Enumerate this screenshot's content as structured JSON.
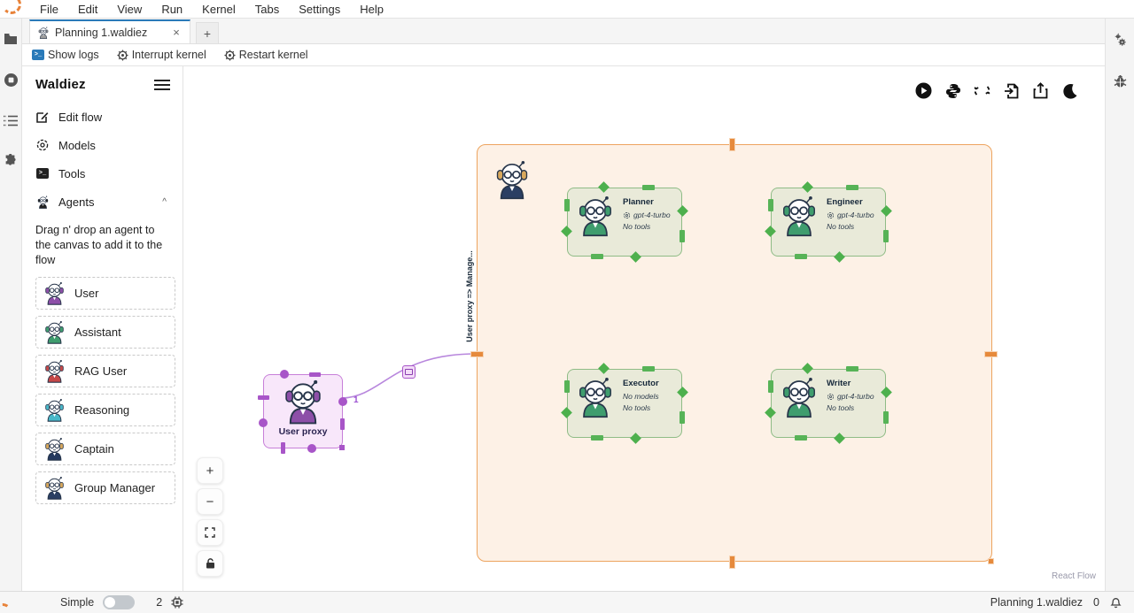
{
  "menubar": {
    "items": [
      "File",
      "Edit",
      "View",
      "Run",
      "Kernel",
      "Tabs",
      "Settings",
      "Help"
    ]
  },
  "tabbar": {
    "tab_title": "Planning 1.waldiez",
    "close_glyph": "×",
    "new_tab_glyph": "+"
  },
  "kernel_toolbar": {
    "show_logs": "Show logs",
    "interrupt_kernel": "Interrupt kernel",
    "restart_kernel": "Restart kernel",
    "terminal_glyph": ">_"
  },
  "sidebar": {
    "title": "Waldiez",
    "nav": [
      {
        "label": "Edit flow",
        "icon": "edit-icon"
      },
      {
        "label": "Models",
        "icon": "models-icon"
      },
      {
        "label": "Tools",
        "icon": "tools-icon"
      },
      {
        "label": "Agents",
        "icon": "agents-icon",
        "chevron": "^"
      }
    ],
    "hint": "Drag n' drop an agent to the canvas to add it to the flow",
    "agents": [
      {
        "label": "User",
        "color": "#8d4fa8"
      },
      {
        "label": "Assistant",
        "color": "#3f9d6e"
      },
      {
        "label": "RAG User",
        "color": "#c54848"
      },
      {
        "label": "Reasoning",
        "color": "#49b8c9"
      },
      {
        "label": "Captain",
        "color": "#24395e"
      },
      {
        "label": "Group Manager",
        "color": "#2b3f63"
      }
    ]
  },
  "flow": {
    "run_toolbar_icons": [
      "run-icon",
      "python-icon",
      "convert-icon",
      "import-icon",
      "export-icon",
      "dark-mode-icon"
    ],
    "group_nodes": [
      {
        "title": "Planner",
        "model": "gpt-4-turbo",
        "tools": "No tools"
      },
      {
        "title": "Engineer",
        "model": "gpt-4-turbo",
        "tools": "No tools"
      },
      {
        "title": "Executor",
        "model": "No models",
        "tools": "No tools"
      },
      {
        "title": "Writer",
        "model": "gpt-4-turbo",
        "tools": "No tools"
      }
    ],
    "user_proxy": {
      "label": "User proxy"
    },
    "edge": {
      "label": "User proxy => Manage...",
      "order": "1"
    },
    "controls": {
      "zoom_in": "+",
      "zoom_out": "−"
    },
    "attribution": "React Flow"
  },
  "statusbar": {
    "mode_label": "Simple",
    "agent_count": "2",
    "file_name": "Planning 1.waldiez",
    "notification_count": "0"
  },
  "colors": {
    "accent_blue": "#2a7ab9",
    "group_orange": "#eda45f",
    "node_green": "#57b357",
    "proxy_purple": "#a855c8",
    "logo_orange": "#e8833a"
  }
}
